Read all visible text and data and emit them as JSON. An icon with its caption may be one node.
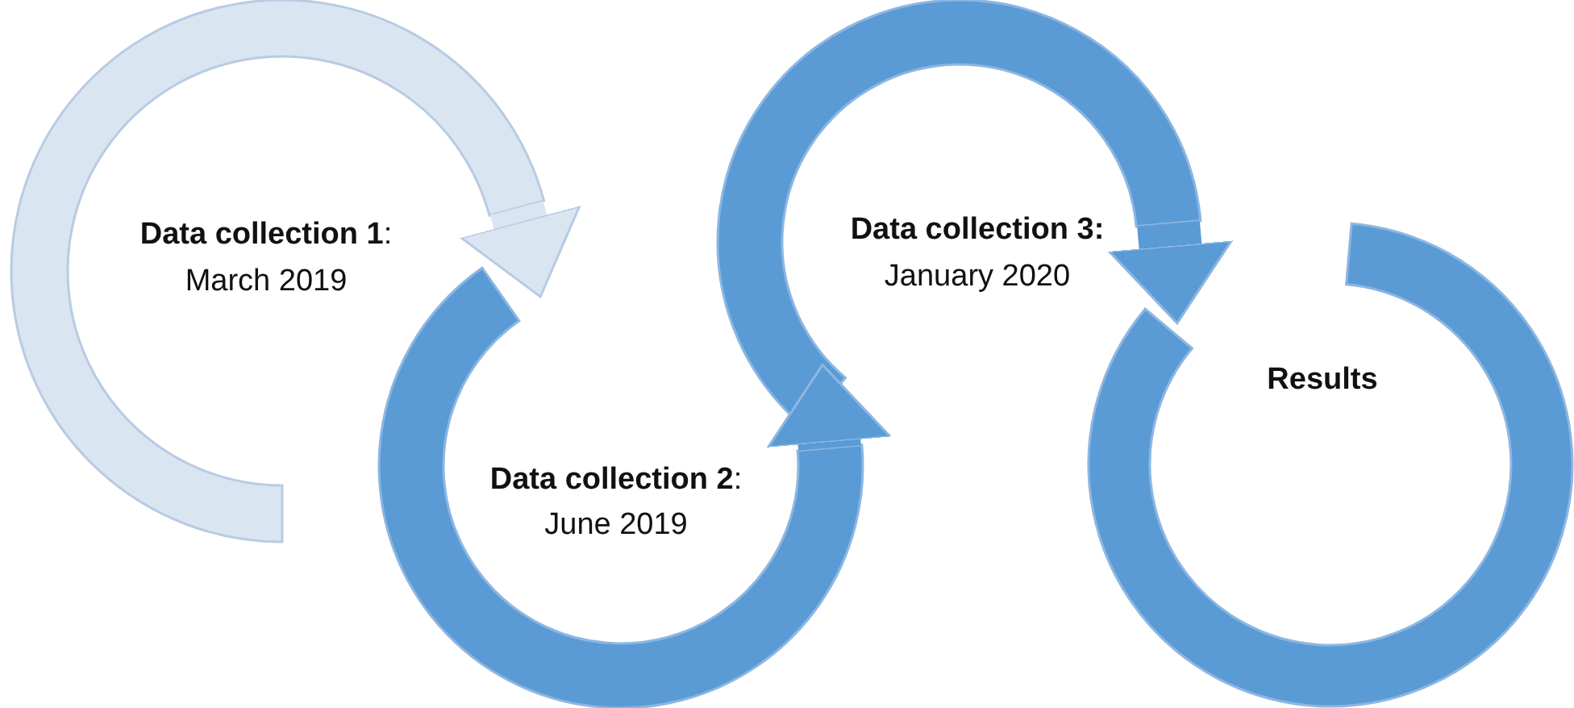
{
  "diagram": {
    "nodes": [
      {
        "text": [
          "**Data collection 1**:",
          "March 2019"
        ]
      },
      {
        "text": [
          "**Data collection 2**:",
          "June 2019"
        ]
      },
      {
        "text": [
          "**Data collection 3:**",
          "January 2020"
        ]
      },
      {
        "text": [
          "**Results**"
        ]
      }
    ],
    "edges": [
      {
        "from": 0,
        "to": 1,
        "arrow": "to",
        "color": "#dae5f2"
      },
      {
        "from": 1,
        "to": 2,
        "arrow": "to"
      },
      {
        "from": 2,
        "to": 3,
        "arrow": "to"
      }
    ]
  }
}
